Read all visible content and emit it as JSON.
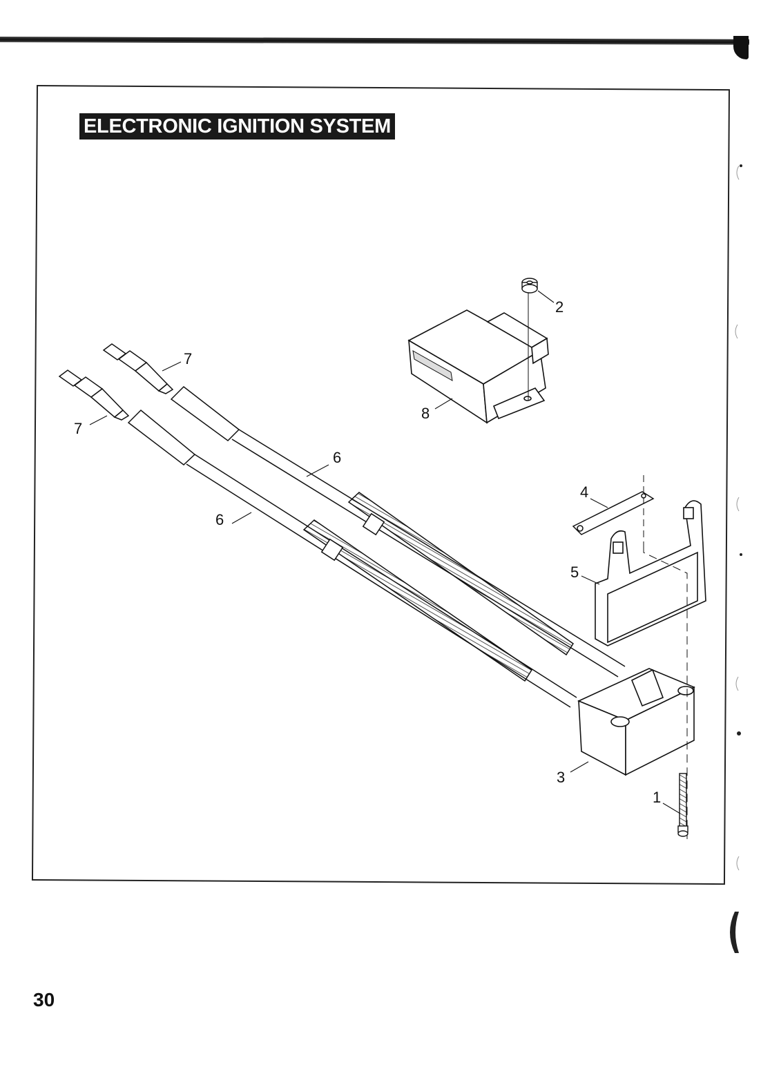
{
  "page": {
    "title": "ELECTRONIC IGNITION SYSTEM",
    "page_number": "30"
  },
  "callouts": {
    "c1": "1",
    "c2": "2",
    "c3": "3",
    "c4": "4",
    "c5": "5",
    "c6a": "6",
    "c6b": "6",
    "c7a": "7",
    "c7b": "7",
    "c8": "8"
  },
  "colors": {
    "ink": "#111111",
    "banner": "#1a1a1a",
    "paper": "#ffffff"
  }
}
